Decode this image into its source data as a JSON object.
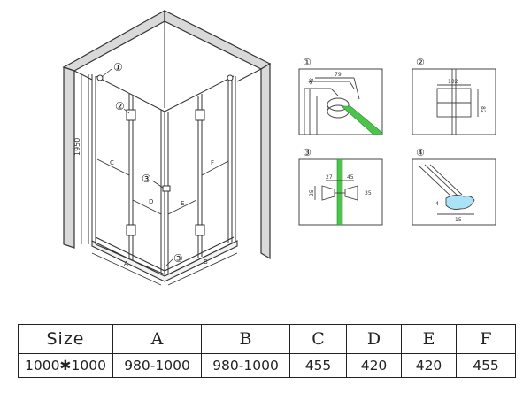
{
  "callouts": {
    "one": "①",
    "two": "②",
    "three": "③",
    "four": "④"
  },
  "drawing_labels": {
    "height_dim": "1950",
    "dim_c": "C",
    "dim_e": "E",
    "dim_d": "D",
    "dim_f": "F",
    "dim_a": "A",
    "dim_b": "B"
  },
  "detail1_labels": {
    "d1": "45",
    "d2": "79"
  },
  "detail2_labels": {
    "d1": "102",
    "d2": "82"
  },
  "detail3_labels": {
    "d1": "27",
    "d2": "45",
    "d3": "25",
    "d4": "35"
  },
  "detail4_labels": {
    "d1": "4",
    "d2": "15"
  },
  "table": {
    "headers": [
      "Size",
      "A",
      "B",
      "C",
      "D",
      "E",
      "F"
    ],
    "values": [
      "1000✱1000",
      "980-1000",
      "980-1000",
      "455",
      "420",
      "420",
      "455"
    ]
  },
  "colors": {
    "line": "#333333",
    "wall": "#d9d9d9",
    "glass_green": "#4cc44c",
    "seal_blue": "#a9e3f5"
  }
}
